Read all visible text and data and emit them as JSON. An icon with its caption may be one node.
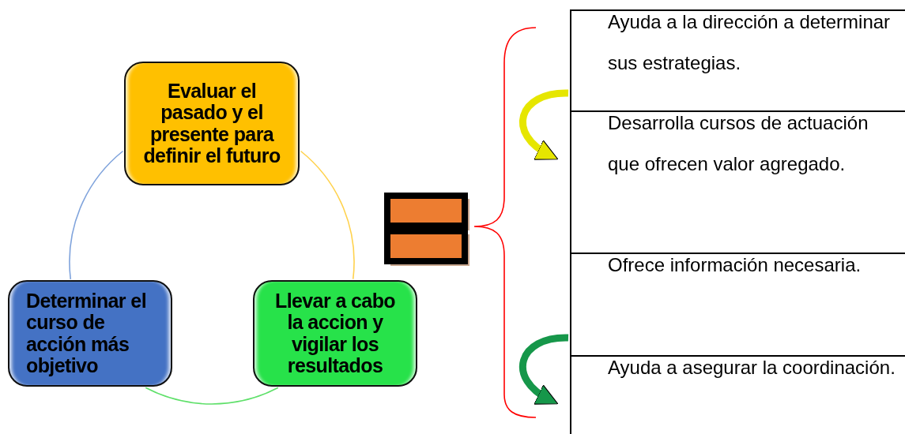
{
  "diagram": {
    "nodes": [
      {
        "text": [
          "Evaluar el pasado y el presente para definir el futuro"
        ]
      },
      {
        "text": [
          "Llevar a cabo la accion y vigilar los resultados"
        ]
      },
      {
        "text": [
          "Determinar el curso de acción más objetivo"
        ]
      },
      {
        "text": [
          "Ayuda a la dirección a determinar sus estrategias."
        ]
      },
      {
        "text": [
          "Desarrolla cursos de actuación que ofrecen valor agregado."
        ]
      },
      {
        "text": [
          "Ofrece información necesaria."
        ]
      },
      {
        "text": [
          "Ayuda a asegurar la coordinación."
        ]
      }
    ],
    "edges": [
      {
        "from": 0,
        "to": 1,
        "arrow": "none",
        "color": "#ffd24d"
      },
      {
        "from": 1,
        "to": 2,
        "arrow": "none",
        "color": "#5fe06a"
      },
      {
        "from": 2,
        "to": 0,
        "arrow": "none",
        "color": "#7fa3dc"
      },
      {
        "from": 3,
        "to": 4,
        "arrow": "to",
        "style": "thick",
        "color": "#e6e600"
      },
      {
        "from": 5,
        "to": 6,
        "arrow": "to",
        "style": "thick",
        "color": "#16974a"
      }
    ]
  }
}
